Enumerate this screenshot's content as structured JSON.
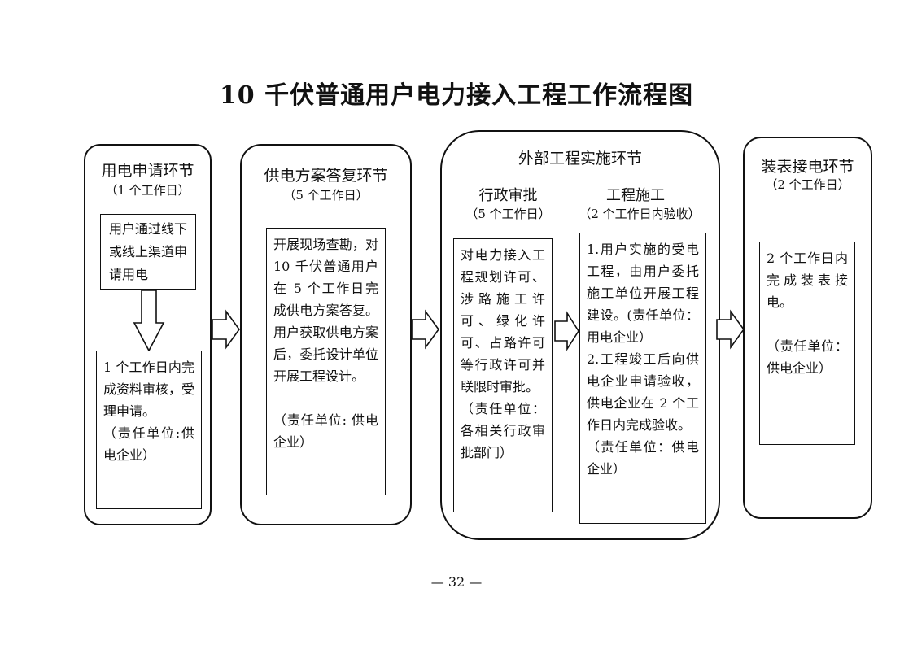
{
  "title": "10 千伏普通用户电力接入工程工作流程图",
  "stages": {
    "apply": {
      "title": "用电申请环节",
      "days": "（1 个工作日）",
      "box1": "用户通过线下或线上渠道申请用电",
      "box2": "1 个工作日内完成资料审核，受理申请。",
      "box2_resp": "（责任单位:供电企业）"
    },
    "plan": {
      "title": "供电方案答复环节",
      "days": "（5 个工作日）",
      "box": "开展现场查勘，对 10 千伏普通用户在 5 个工作日完成供电方案答复。用户获取供电方案后，委托设计单位开展工程设计。",
      "box_resp": "（责任单位: 供电企业）"
    },
    "external": {
      "title": "外部工程实施环节",
      "admin": {
        "title": "行政审批",
        "days": "（5 个工作日）",
        "box": "对电力接入工程规划许可、涉路施工许可、绿化许可、占路许可等行政许可并联限时审批。",
        "box_resp": "（责任单位：各相关行政审批部门）"
      },
      "construction": {
        "title": "工程施工",
        "days": "（2 个工作日内验收）",
        "item1": "1.用户实施的受电工程，由用户委托施工单位开展工程建设。(责任单位：用电企业）",
        "item2": "2.工程竣工后向供电企业申请验收，供电企业在 2 个工作日内完成验收。",
        "item2_resp": "（责任单位：供电企业）"
      }
    },
    "connect": {
      "title": "装表接电环节",
      "days": "（2 个工作日）",
      "box": "2 个工作日内完成装表接电。",
      "box_resp": "（责任单位：供电企业）"
    }
  },
  "page_number": "— 32 —"
}
